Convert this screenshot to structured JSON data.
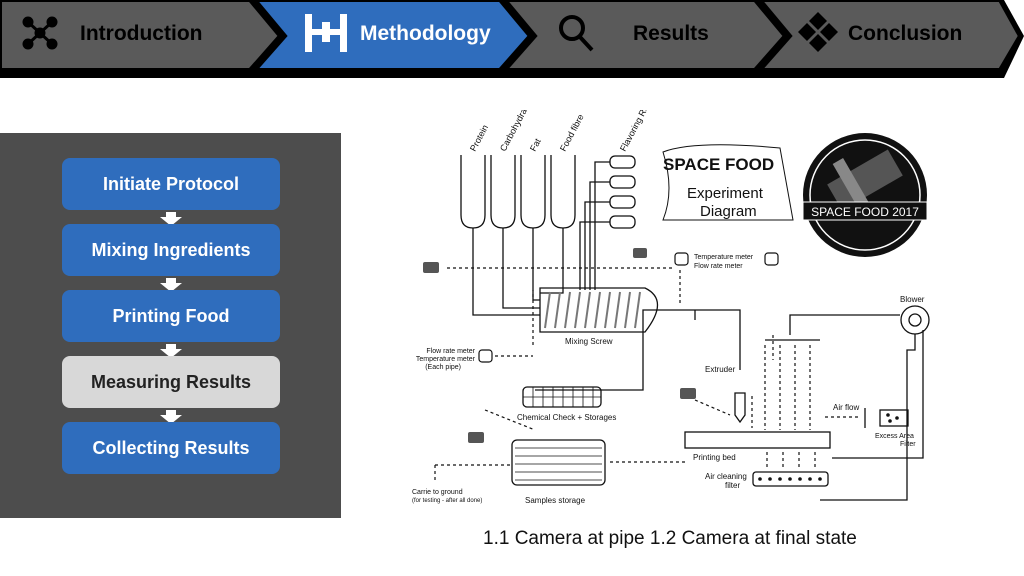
{
  "nav": {
    "tabs": [
      {
        "label": "Introduction",
        "icon": "molecule-icon",
        "active": false
      },
      {
        "label": "Methodology",
        "icon": "space-station-icon",
        "active": true
      },
      {
        "label": "Results",
        "icon": "magnifier-icon",
        "active": false
      },
      {
        "label": "Conclusion",
        "icon": "diamond-cluster-icon",
        "active": false
      }
    ]
  },
  "steps": [
    {
      "label": "Initiate Protocol"
    },
    {
      "label": "Mixing Ingredients"
    },
    {
      "label": "Printing Food"
    },
    {
      "label": "Measuring Results",
      "active": true
    },
    {
      "label": "Collecting Results"
    }
  ],
  "diagram": {
    "title": "SPACE FOOD",
    "subtitle_line1": "Experiment",
    "subtitle_line2": "Diagram",
    "ingredients": [
      "Protein",
      "Carbohydrate",
      "Fat",
      "Food fibre",
      "Flavoring Regions"
    ],
    "mixing_screw": "Mixing Screw",
    "temp_meter_top_1": "Temperature meter",
    "temp_meter_top_2": "Flow rate meter",
    "flow_meter_1": "Flow rate meter",
    "flow_meter_2": "Temperature meter",
    "flow_meter_3": "(Each pipe)",
    "chemical_check": "Chemical Check + Storages",
    "extruder": "Extruder",
    "printing_bed": "Printing bed",
    "blower": "Blower",
    "air_flow": "Air flow",
    "excess_filter_1": "Excess Area",
    "excess_filter_2": "Filter",
    "air_cleaning_1": "Air cleaning",
    "air_cleaning_2": "filter",
    "samples_storage": "Samples storage",
    "carrie_1": "Carrie to ground",
    "carrie_2": "(for testing - after all done)",
    "logo_text": "SPACE FOOD 2017"
  },
  "caption": "1.1 Camera at pipe  1.2 Camera at final state",
  "colors": {
    "active_tab": "#2f6dbd",
    "tab": "#5a5a5a",
    "panel": "#4d4d4d",
    "step": "#2f6dbd",
    "step_active": "#d8d8d8"
  }
}
